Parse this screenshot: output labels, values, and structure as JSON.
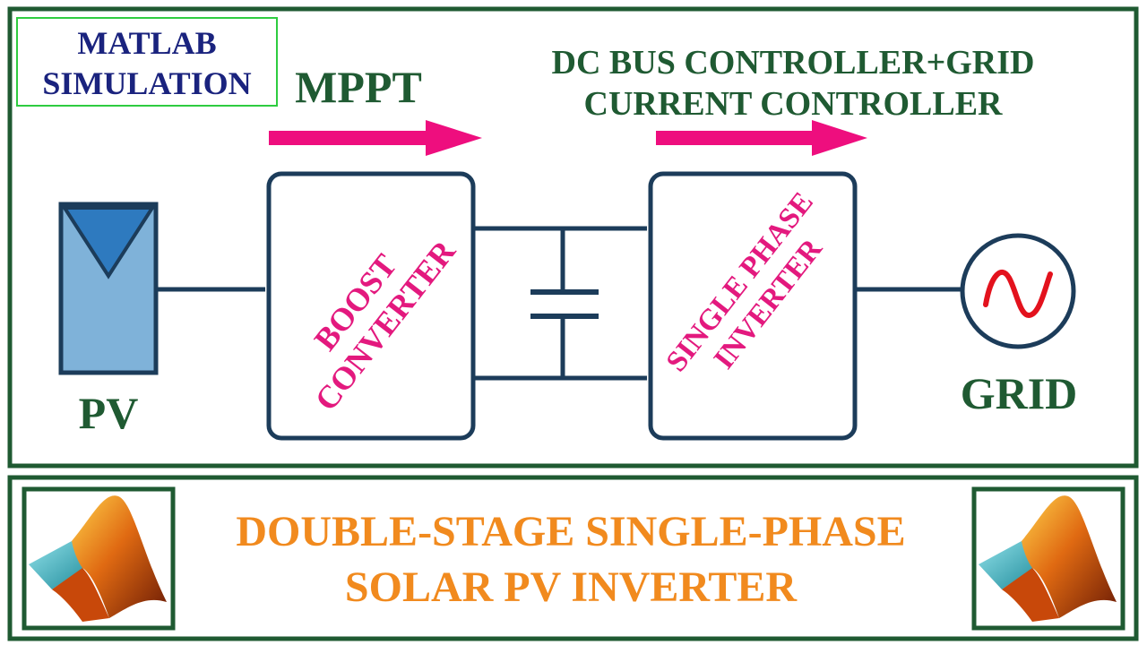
{
  "badge": {
    "line1": "MATLAB",
    "line2": "SIMULATION"
  },
  "stage1_label": "MPPT",
  "stage2_label": {
    "line1": "DC BUS CONTROLLER+GRID",
    "line2": "CURRENT CONTROLLER"
  },
  "pv_label": "PV",
  "grid_label": "GRID",
  "boost_block": {
    "line1": "BOOST",
    "line2": "CONVERTER"
  },
  "inverter_block": {
    "line1": "SINGLE PHASE",
    "line2": "INVERTER"
  },
  "title": {
    "line1": "DOUBLE-STAGE SINGLE-PHASE",
    "line2": "SOLAR PV INVERTER"
  },
  "logos": {
    "left": "matlab-logo",
    "right": "matlab-logo"
  },
  "colors": {
    "frame": "#1f5a32",
    "label_green": "#1f5a32",
    "badge_text": "#1a237e",
    "badge_border": "#2ecc40",
    "arrow_pink": "#ee0e7e",
    "block_text": "#e3197e",
    "block_border": "#1c3c5a",
    "wire": "#1c3c5a",
    "pv_fill": "#7fb2d9",
    "pv_triangle": "#2e7abf",
    "pv_border": "#1c3c5a",
    "sine_red": "#e3121d",
    "title_orange": "#f18a1e"
  }
}
